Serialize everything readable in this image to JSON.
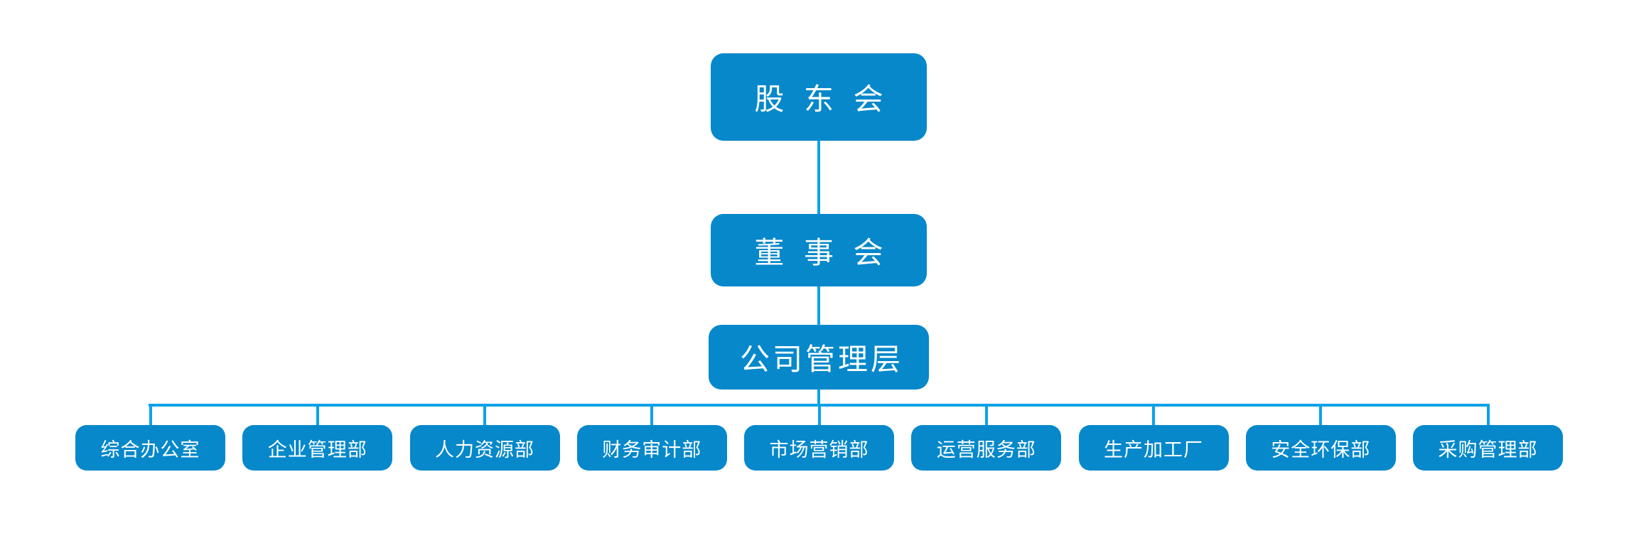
{
  "org_chart": {
    "levels": [
      {
        "id": "shareholders",
        "label": "股 东 会"
      },
      {
        "id": "board",
        "label": "董 事 会"
      },
      {
        "id": "management",
        "label": "公司管理层"
      }
    ],
    "departments": [
      "综合办公室",
      "企业管理部",
      "人力资源部",
      "财务审计部",
      "市场营销部",
      "运营服务部",
      "生产加工厂",
      "安全环保部",
      "采购管理部"
    ]
  },
  "colors": {
    "node_fill": "#0688cb",
    "connector": "#0ba2e8",
    "node_text": "#ffffff",
    "background": "#ffffff"
  }
}
